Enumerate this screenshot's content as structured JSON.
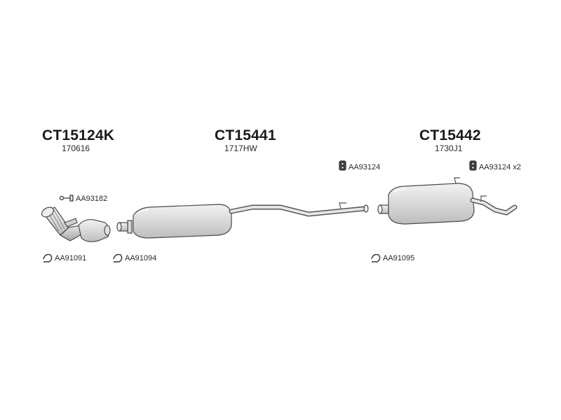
{
  "groups": [
    {
      "title": "CT15124K",
      "code": "170616"
    },
    {
      "title": "CT15441",
      "code": "1717HW"
    },
    {
      "title": "CT15442",
      "code": "1730J1"
    }
  ],
  "parts": {
    "front_pipe_mount": "AA93182",
    "front_clamp": "AA91091",
    "mid_clamp": "AA91094",
    "mid_rubber_mount": "AA93124",
    "rear_clamp": "AA91095",
    "rear_rubber_mount": "AA93124 x2"
  }
}
